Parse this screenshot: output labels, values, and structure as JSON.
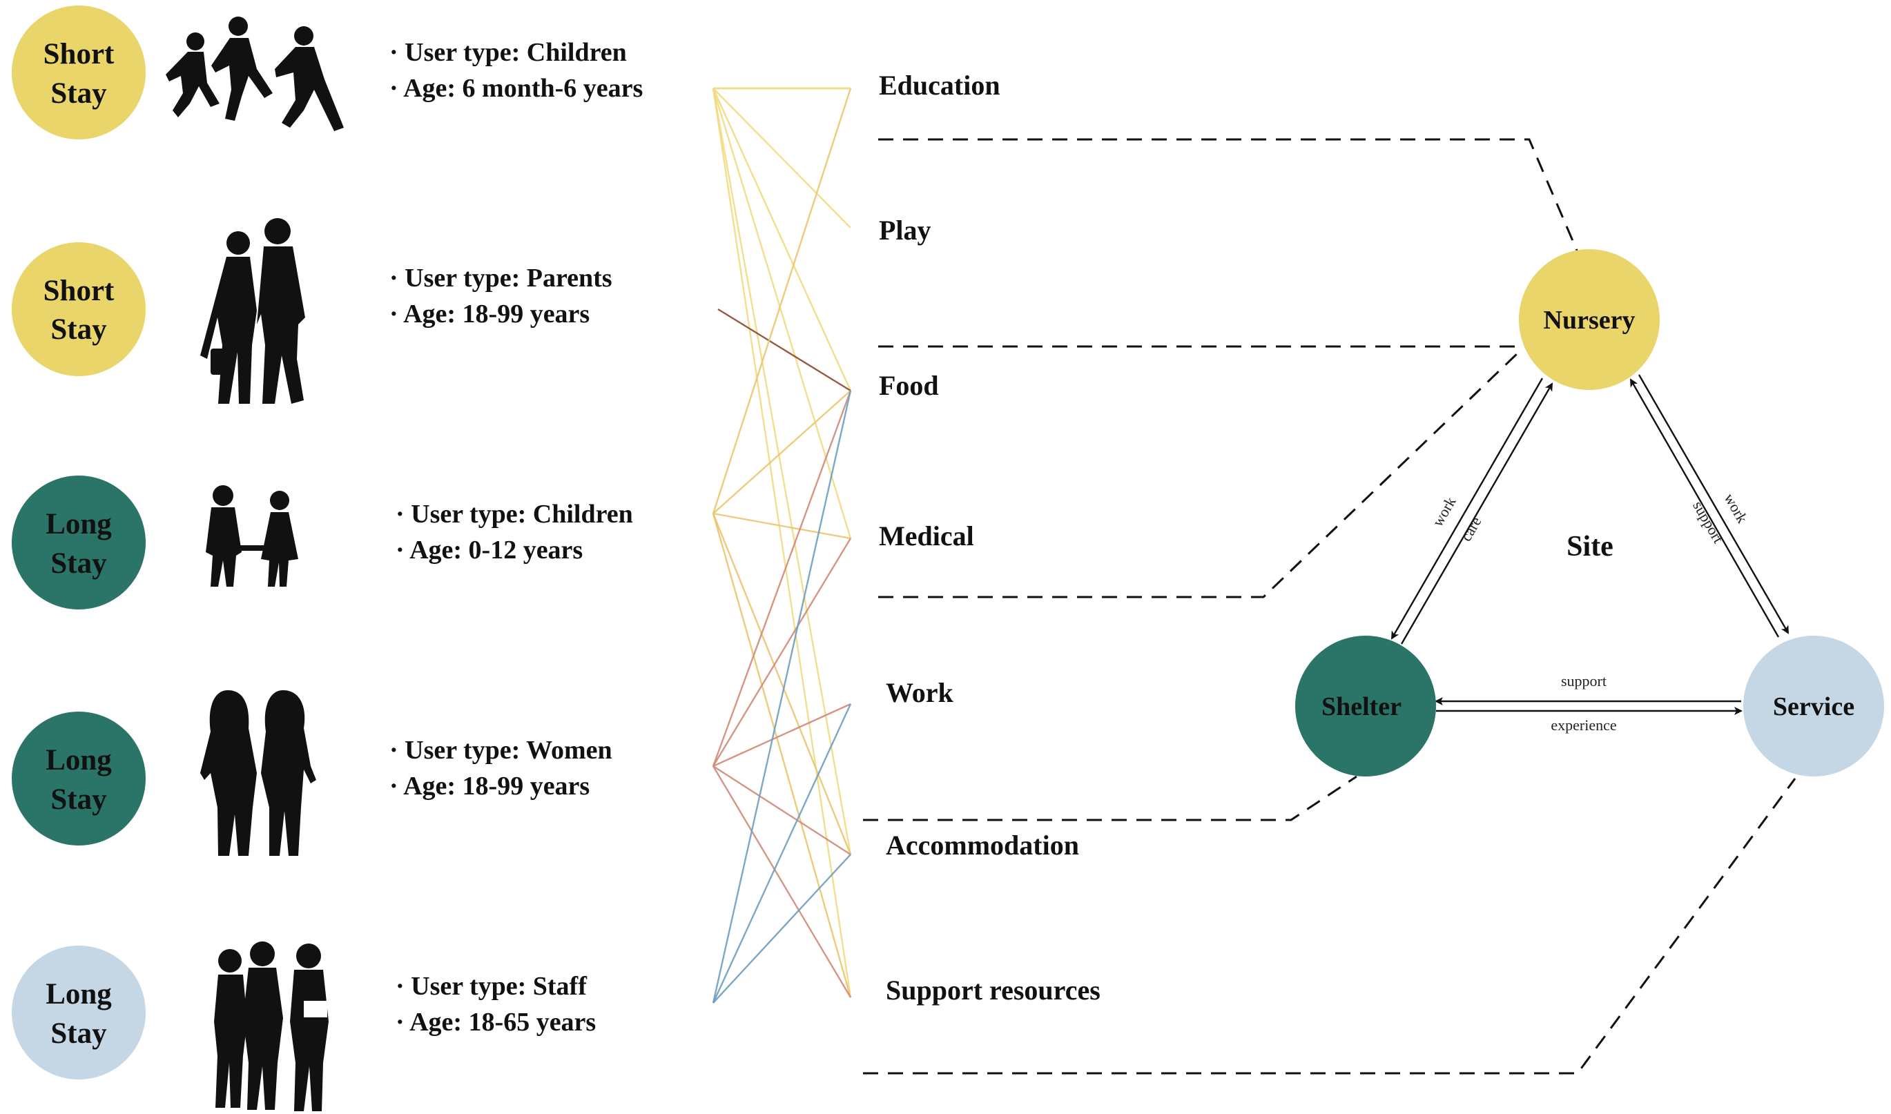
{
  "colors": {
    "short_stay": "#E9D56A",
    "long_stay": "#2A7468",
    "long_stay_light": "#C5D7E4",
    "nursery": "#E9D56A",
    "shelter": "#2A7468",
    "service": "#C5D7E4",
    "link_children": "#F2DA82",
    "link_children2": "#EBC56E",
    "link_parents": "#8B4A2B",
    "link_women": "#D08A78",
    "link_staff": "#6E9FC0"
  },
  "users": [
    {
      "stay_line1": "Short",
      "stay_line2": "Stay",
      "stay_kind": "short_stay",
      "user_type": "· User type: Children",
      "age": "· Age: 6 month-6 years",
      "icon": "running-children-silhouette-icon"
    },
    {
      "stay_line1": "Short",
      "stay_line2": "Stay",
      "stay_kind": "short_stay",
      "user_type": "· User type: Parents",
      "age": "· Age: 18-99 years",
      "icon": "walking-couple-silhouette-icon"
    },
    {
      "stay_line1": "Long",
      "stay_line2": "Stay",
      "stay_kind": "long_stay",
      "user_type": "· User type: Children",
      "age": "· Age: 0-12 years",
      "icon": "children-holding-hands-silhouette-icon"
    },
    {
      "stay_line1": "Long",
      "stay_line2": "Stay",
      "stay_kind": "long_stay",
      "user_type": "· User type: Women",
      "age": "· Age: 18-99 years",
      "icon": "two-women-silhouette-icon"
    },
    {
      "stay_line1": "Long",
      "stay_line2": "Stay",
      "stay_kind": "long_stay_light",
      "user_type": "· User type: Staff",
      "age": "· Age: 18-65 years",
      "icon": "staff-group-silhouette-icon"
    }
  ],
  "needs": [
    "Education",
    "Play",
    "Food",
    "Medical",
    "Work",
    "Accommodation",
    "Support resources"
  ],
  "links": [
    {
      "from": 0,
      "to": 0,
      "color": "link_children"
    },
    {
      "from": 0,
      "to": 1,
      "color": "link_children"
    },
    {
      "from": 0,
      "to": 2,
      "color": "link_children"
    },
    {
      "from": 0,
      "to": 3,
      "color": "link_children"
    },
    {
      "from": 0,
      "to": 5,
      "color": "link_children"
    },
    {
      "from": 0,
      "to": 6,
      "color": "link_children"
    },
    {
      "from": 1,
      "to": 2,
      "color": "link_parents"
    },
    {
      "from": 2,
      "to": 0,
      "color": "link_children2"
    },
    {
      "from": 2,
      "to": 2,
      "color": "link_children2"
    },
    {
      "from": 2,
      "to": 3,
      "color": "link_children2"
    },
    {
      "from": 2,
      "to": 5,
      "color": "link_children2"
    },
    {
      "from": 2,
      "to": 6,
      "color": "link_children2"
    },
    {
      "from": 3,
      "to": 2,
      "color": "link_women"
    },
    {
      "from": 3,
      "to": 3,
      "color": "link_women"
    },
    {
      "from": 3,
      "to": 4,
      "color": "link_women"
    },
    {
      "from": 3,
      "to": 5,
      "color": "link_women"
    },
    {
      "from": 3,
      "to": 6,
      "color": "link_women"
    },
    {
      "from": 4,
      "to": 2,
      "color": "link_staff"
    },
    {
      "from": 4,
      "to": 4,
      "color": "link_staff"
    },
    {
      "from": 4,
      "to": 5,
      "color": "link_staff"
    }
  ],
  "hubs": {
    "nursery": "Nursery",
    "shelter": "Shelter",
    "service": "Service",
    "site": "Site"
  },
  "edge_labels": {
    "nursery_shelter_a": "work",
    "nursery_shelter_b": "care",
    "nursery_service_a": "work",
    "nursery_service_b": "support",
    "shelter_service_a": "support",
    "shelter_service_b": "experience"
  }
}
